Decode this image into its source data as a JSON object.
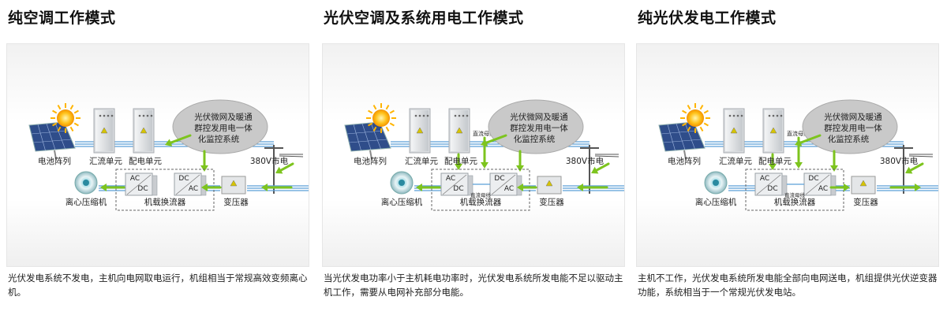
{
  "panels": [
    {
      "title": "纯空调工作模式",
      "caption": "光伏发电系统不发电，主机向电网取电运行，机组相当于常规高效变频离心机。",
      "show_dc_bus": false,
      "show_dc_bus_lower": false,
      "flows": [
        "grid_to_inverter",
        "transformer_to_inverter",
        "inverter_to_compressor",
        "panel_to_cloud"
      ]
    },
    {
      "title": "光伏空调及系统用电工作模式",
      "caption": "当光伏发电功率小于主机耗电功率时，光伏发电系统所发电能不足以驱动主机工作，需要从电网补充部分电能。",
      "show_dc_bus": true,
      "show_dc_bus_lower": true,
      "flows": [
        "grid_to_inverter",
        "transformer_to_inverter",
        "inverter_to_compressor",
        "panel_to_cloud",
        "combiner_to_inverter",
        "dist_to_inverter"
      ]
    },
    {
      "title": "纯光伏发电工作模式",
      "caption": "主机不工作，光伏发电系统所发电能全部向电网送电，机组提供光伏逆变器功能，系统相当于一个常规光伏发电站。",
      "show_dc_bus": true,
      "show_dc_bus_lower": true,
      "flows": [
        "inverter_to_grid",
        "inverter_to_transformer",
        "panel_to_cloud",
        "combiner_to_inverter",
        "dist_to_inverter"
      ]
    }
  ],
  "labels": {
    "solar_array": "电池阵列",
    "combiner": "汇流单元",
    "distribution": "配电单元",
    "grid": "380V市电",
    "compressor": "离心压缩机",
    "inverter": "机载换流器",
    "transformer": "变压器",
    "dc_bus": "直流母线",
    "ac": "AC",
    "dc": "DC",
    "cloud_line1": "光伏微网及暖通",
    "cloud_line2": "群控发用电一体",
    "cloud_line3": "化监控系统"
  },
  "colors": {
    "line_blue": "#5a9fd6",
    "arrow_green": "#7dc41e",
    "cabinet": "#dadde0",
    "cloud": "#c9c9c9"
  },
  "icons": [
    "sun-icon",
    "solar-panel-icon",
    "cabinet-icon",
    "compressor-icon",
    "power-pole-icon",
    "transformer-icon",
    "arrow-icon"
  ]
}
